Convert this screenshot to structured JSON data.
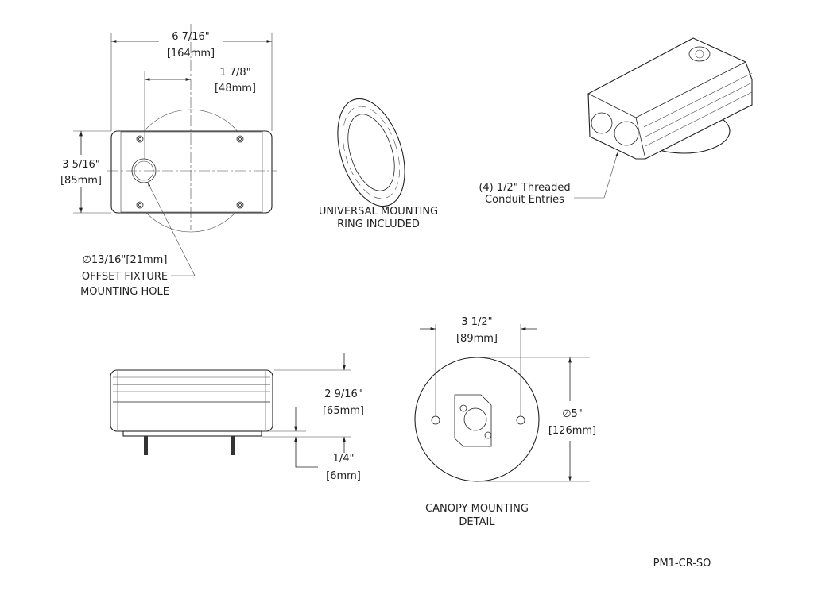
{
  "top_view": {
    "width_in": "6 7/16\"",
    "width_mm": "[164mm]",
    "offset_in": "1 7/8\"",
    "offset_mm": "[48mm]",
    "height_in": "3 5/16\"",
    "height_mm": "[85mm]",
    "hole_dim": "∅13/16\"[21mm]",
    "hole_label_1": "OFFSET FIXTURE",
    "hole_label_2": "MOUNTING HOLE"
  },
  "ring": {
    "label_1": "UNIVERSAL MOUNTING",
    "label_2": "RING INCLUDED"
  },
  "iso_view": {
    "label_1": "(4) 1/2\" Threaded",
    "label_2": "Conduit Entries"
  },
  "side_view": {
    "height_in": "2 9/16\"",
    "height_mm": "[65mm]",
    "plate_in": "1/4\"",
    "plate_mm": "[6mm]"
  },
  "canopy": {
    "spacing_in": "3 1/2\"",
    "spacing_mm": "[89mm]",
    "diameter_in": "∅5\"",
    "diameter_mm": "[126mm]",
    "label_1": "CANOPY MOUNTING",
    "label_2": "DETAIL"
  },
  "part_number": "PM1-CR-SO"
}
